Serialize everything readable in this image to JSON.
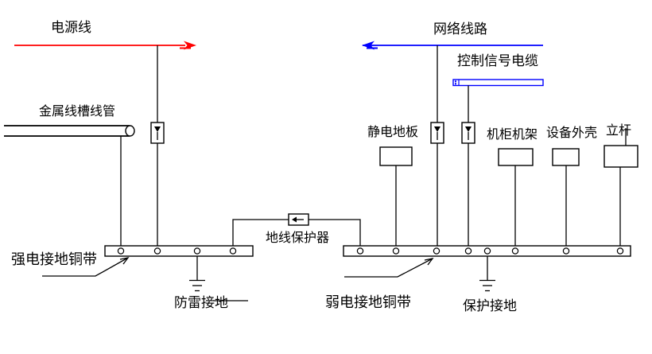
{
  "diagram": {
    "title_hint": "机房接地系统示意图",
    "labels": {
      "power_line": "电源线",
      "metal_trunking": "金属线槽线管",
      "network_line": "网络线路",
      "control_cable": "控制信号电缆",
      "static_floor": "静电地板",
      "cabinet_rack": "机柜机架",
      "equipment_shell": "设备外壳",
      "pole": "立杆",
      "strong_ground_strip": "强电接地铜带",
      "ground_protector": "地线保护器",
      "lightning_ground": "防雷接地",
      "weak_ground_strip": "弱电接地铜带",
      "protective_ground": "保护接地"
    },
    "colors": {
      "power_line": "#ff0000",
      "network_line": "#0000ff",
      "control_cable": "#0000ff",
      "lines": "#000000",
      "background": "#ffffff"
    }
  }
}
